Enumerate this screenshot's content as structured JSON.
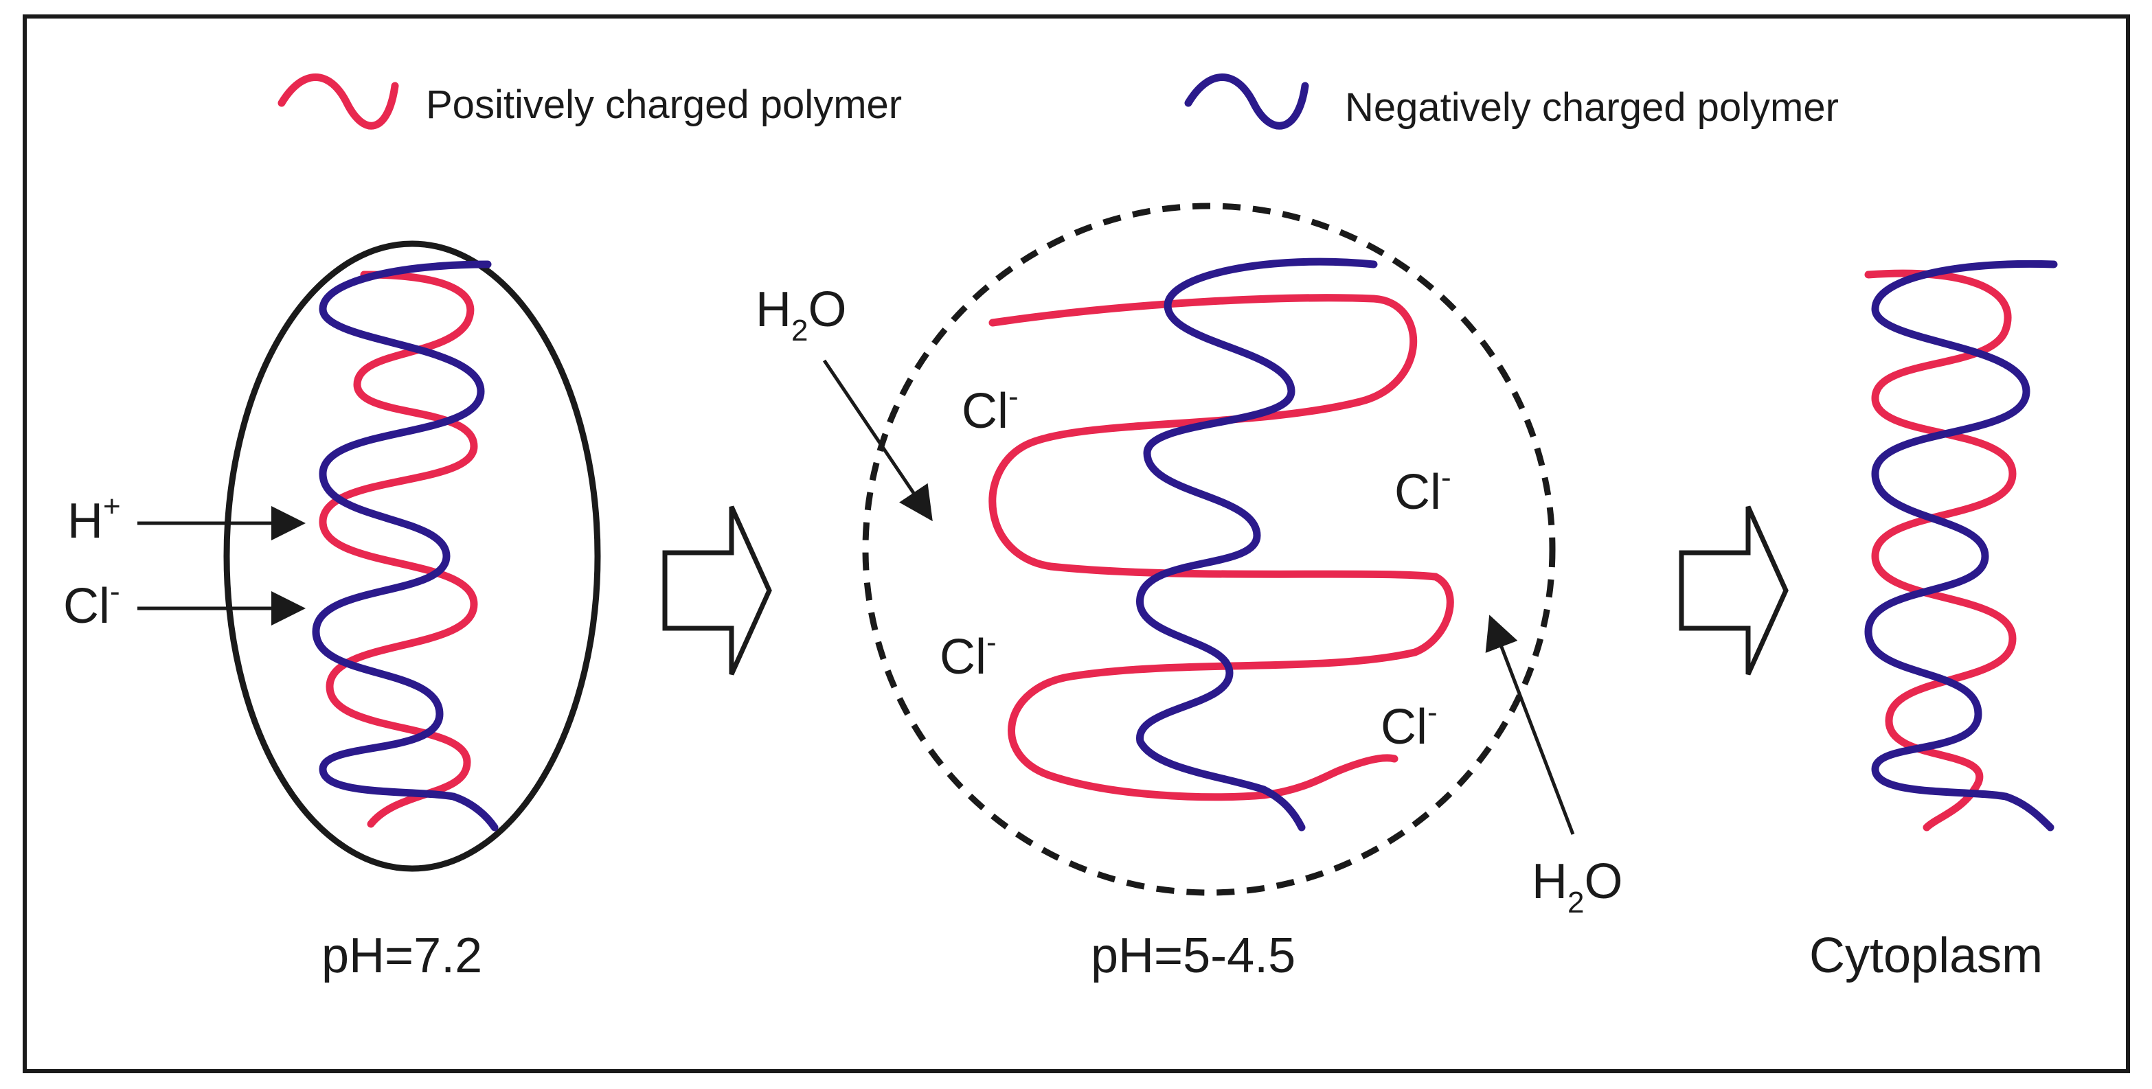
{
  "legend": {
    "positive": {
      "label": "Positively charged polymer",
      "color": "#e8284f"
    },
    "negative": {
      "label": "Negatively charged polymer",
      "color": "#2b1a8c"
    }
  },
  "ions": {
    "proton": {
      "base": "H",
      "sup": "+"
    },
    "chloride": {
      "base": "Cl",
      "sup": "-"
    },
    "water": {
      "pre": "H",
      "sub": "2",
      "post": "O"
    }
  },
  "stages": {
    "left": "pH=7.2",
    "middle": "pH=5-4.5",
    "right": "Cytoplasm"
  },
  "colors": {
    "frame": "#1a1a1a",
    "positive": "#e8284f",
    "negative": "#2b1a8c"
  }
}
